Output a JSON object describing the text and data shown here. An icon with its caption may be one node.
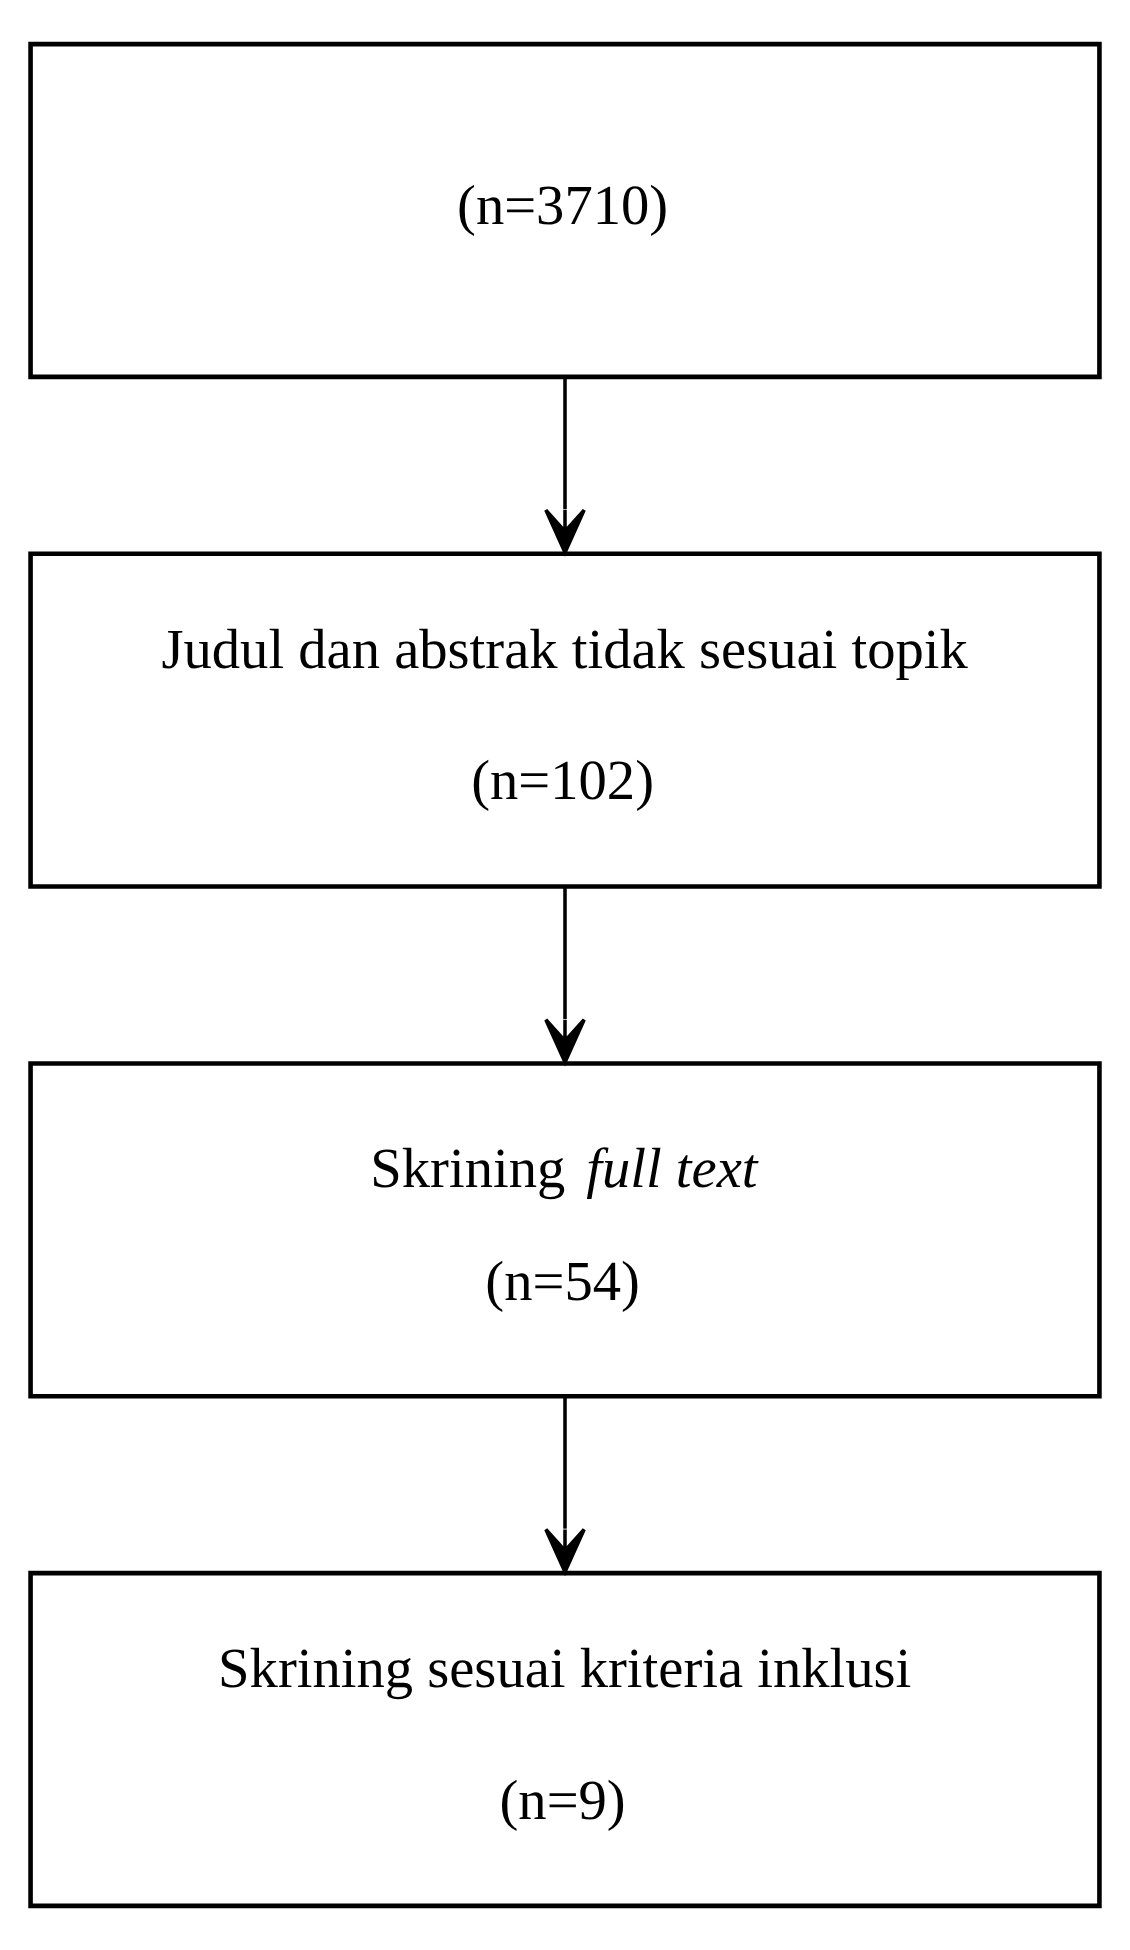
{
  "diagram": {
    "nodes": [
      {
        "text": [
          "(n=3710)"
        ]
      },
      {
        "text": [
          "Judul dan abstrak tidak sesuai topik",
          "(n=102)"
        ]
      },
      {
        "text": [
          "Skrining *full text*",
          "(n=54)"
        ]
      },
      {
        "text": [
          "Skrining sesuai kriteria inklusi",
          "(n=9)"
        ]
      }
    ],
    "edges": [
      {
        "from": 0,
        "to": 1,
        "arrow": "to"
      },
      {
        "from": 1,
        "to": 2,
        "arrow": "to"
      },
      {
        "from": 2,
        "to": 3,
        "arrow": "to"
      }
    ]
  }
}
